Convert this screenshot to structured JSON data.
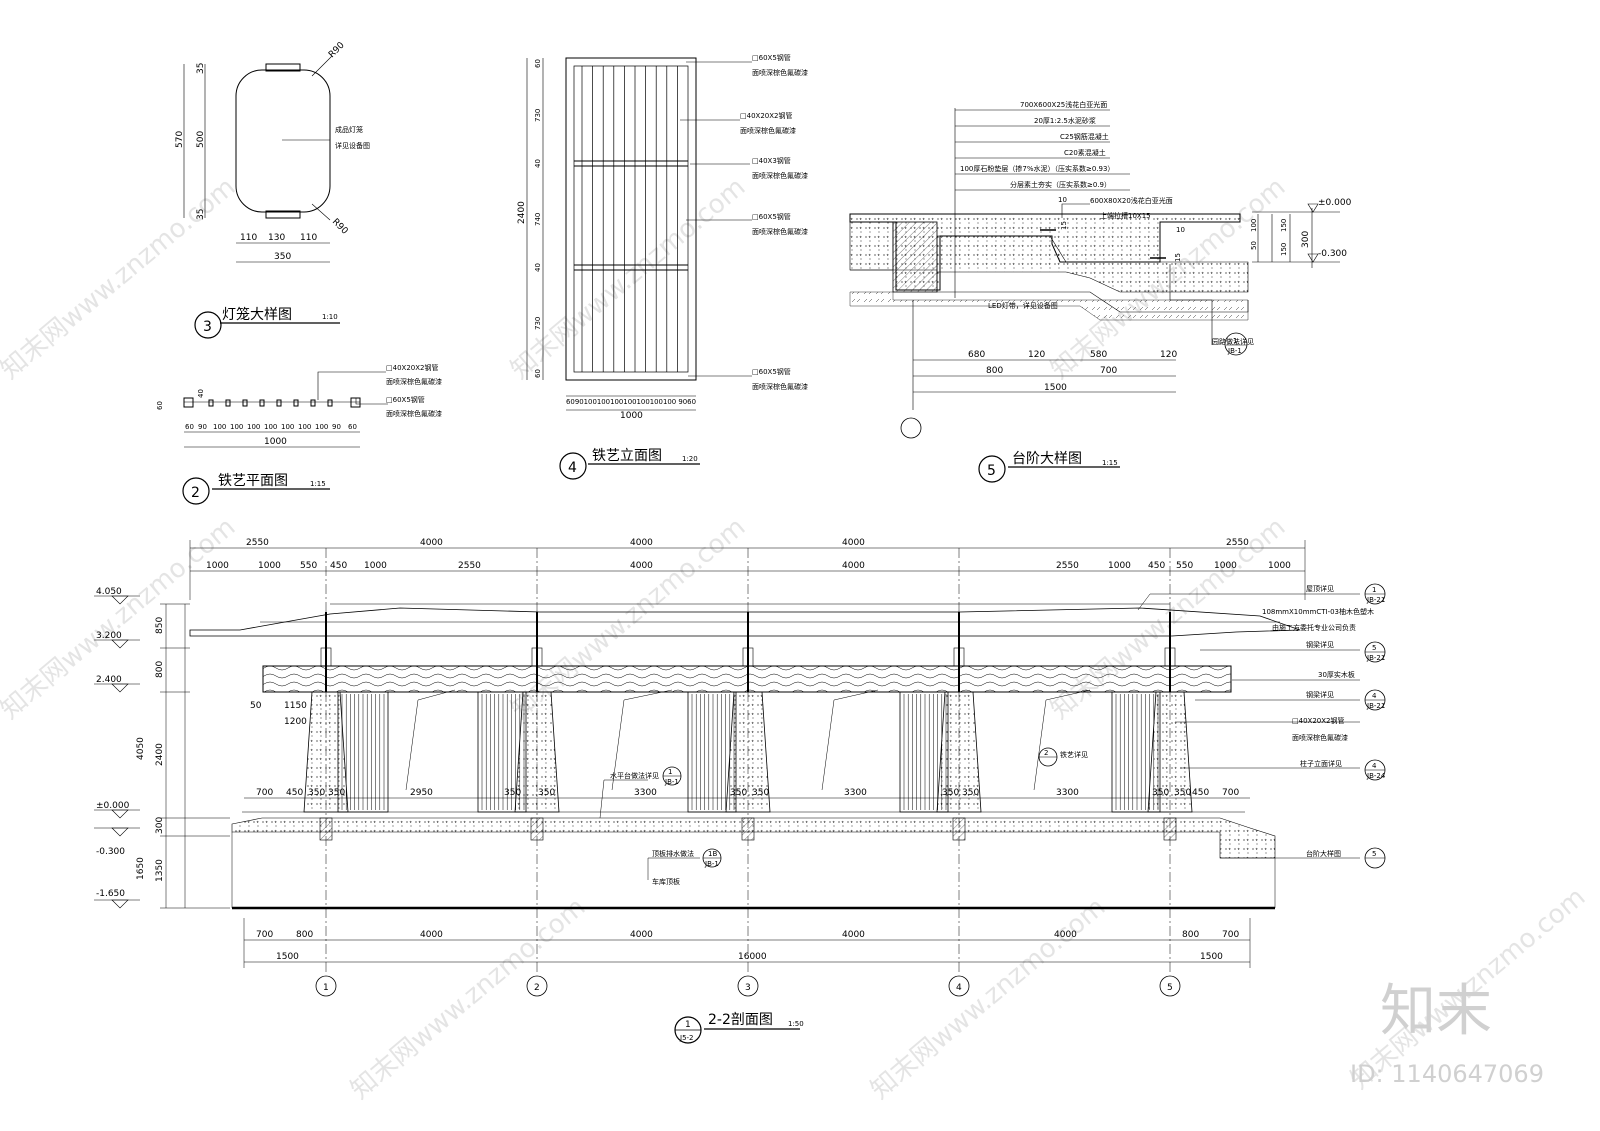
{
  "watermark": {
    "site": "知末网www.znzmo.com",
    "brand": "知末",
    "id": "ID: 1140647069"
  },
  "d3": {
    "num": "3",
    "title": "灯笼大样图",
    "scale": "1:10",
    "dims_h": [
      "110",
      "130",
      "110"
    ],
    "dim_total": "350",
    "dims_v": [
      "35",
      "500",
      "35"
    ],
    "dim_v_total": "570",
    "radius": "R90",
    "note1": "成品灯笼",
    "note2": "详见设备图"
  },
  "d2": {
    "num": "2",
    "title": "铁艺平面图",
    "scale": "1:15",
    "dims": [
      "60",
      "90",
      "100",
      "100",
      "100",
      "100",
      "100",
      "100",
      "100",
      "90",
      "60"
    ],
    "total": "1000",
    "side_a": "40",
    "side_b": "60",
    "notes": [
      "□40X20X2钢管",
      "面喷深棕色氟碳漆",
      "□60X5钢管",
      "面喷深棕色氟碳漆"
    ]
  },
  "d4": {
    "num": "4",
    "title": "铁艺立面图",
    "scale": "1:20",
    "dims_v": [
      "60",
      "730",
      "40",
      "740",
      "40",
      "730",
      "60"
    ],
    "total_v": "2400",
    "dims_h": "6090100100100100100100100 9060",
    "total_h": "1000",
    "notes": [
      "□60X5钢管",
      "面喷深棕色氟碳漆",
      "□40X20X2钢管",
      "面喷深棕色氟碳漆",
      "□40X3钢管",
      "面喷深棕色氟碳漆",
      "□60X5钢管",
      "面喷深棕色氟碳漆",
      "□60X5钢管",
      "面喷深棕色氟碳漆"
    ]
  },
  "d5": {
    "num": "5",
    "title": "台阶大样图",
    "scale": "1:15",
    "layers": [
      "700X600X25浅花白亚光面",
      "20厚1:2.5水泥砂浆",
      "C25钢筋混凝土",
      "C20素混凝土",
      "100厚石粉垫层（掺7%水泥）（压实系数≥0.93）",
      "分层素土夯实（压实系数≥0.9）"
    ],
    "note_a": "600X80X20浅花白亚光面",
    "note_b": "上端拉槽10X15",
    "led": "LED灯带，详见设备图",
    "paving": "园路做法详见",
    "ref_num": "1",
    "ref_sheet": "JB-1",
    "elev_top": "±0.000",
    "elev_bot": "-0.300",
    "dims_v": [
      "150",
      "150"
    ],
    "dim_v_total": "300",
    "dims_small": [
      "100",
      "50"
    ],
    "dims_h1": [
      "680",
      "120",
      "580",
      "120"
    ],
    "dims_h2": [
      "800",
      "700"
    ],
    "total": "1500",
    "small": [
      "10",
      "15",
      "10",
      "15"
    ]
  },
  "d1": {
    "num": "1",
    "sheet": "J5-2",
    "title": "2-2剖面图",
    "scale": "1:50",
    "top_dims1": [
      "2550",
      "4000",
      "4000",
      "4000",
      "2550"
    ],
    "top_dims2": [
      "1000",
      "1000",
      "550",
      "450",
      "1000",
      "2550",
      "4000",
      "4000",
      "2550",
      "1000",
      "450",
      "550",
      "1000",
      "1000"
    ],
    "elevs": [
      "4.050",
      "3.200",
      "2.400",
      "±0.000",
      "-0.300",
      "-1.650"
    ],
    "left_dims": [
      "850",
      "800",
      "4050",
      "2400",
      "300",
      "1650",
      "1350"
    ],
    "col_dims": [
      "50",
      "1150",
      "1200"
    ],
    "floor_dims": [
      "700",
      "450",
      "350",
      "350",
      "2950",
      "350",
      "350",
      "3300",
      "350",
      "350",
      "3300",
      "350",
      "350",
      "3300",
      "350",
      "350",
      "450",
      "700"
    ],
    "bottom_dims1": [
      "700",
      "800",
      "4000",
      "4000",
      "4000",
      "4000",
      "800",
      "700"
    ],
    "bottom_dims2": [
      "1500",
      "16000",
      "1500"
    ],
    "axes": [
      "1",
      "2",
      "3",
      "4",
      "5"
    ],
    "notes": [
      "屋顶详见",
      "108mmX10mmCTI-03柚木色塑木",
      "由施工方委托专业公司负责",
      "钢梁详见",
      "30厚实木板",
      "钢梁详见",
      "□40X20X2钢管",
      "面喷深棕色氟碳漆",
      "柱子立面详见",
      "台阶大样图"
    ],
    "refs": [
      {
        "n": "1",
        "s": "JB-21"
      },
      {
        "n": "5",
        "s": "JB-21"
      },
      {
        "n": "4",
        "s": "JB-21"
      },
      {
        "n": "4",
        "s": "JB-24"
      },
      {
        "n": "5",
        "s": ""
      }
    ],
    "iron_note": "铁艺详见",
    "iron_ref": "2",
    "platform_note": "水平台做法详见",
    "platform_ref": "1",
    "platform_sheet": "JB-1",
    "drain_note": "顶板排水做法",
    "drain_ref": "1B",
    "drain_sheet": "JB-1",
    "garage": "车库顶板"
  }
}
